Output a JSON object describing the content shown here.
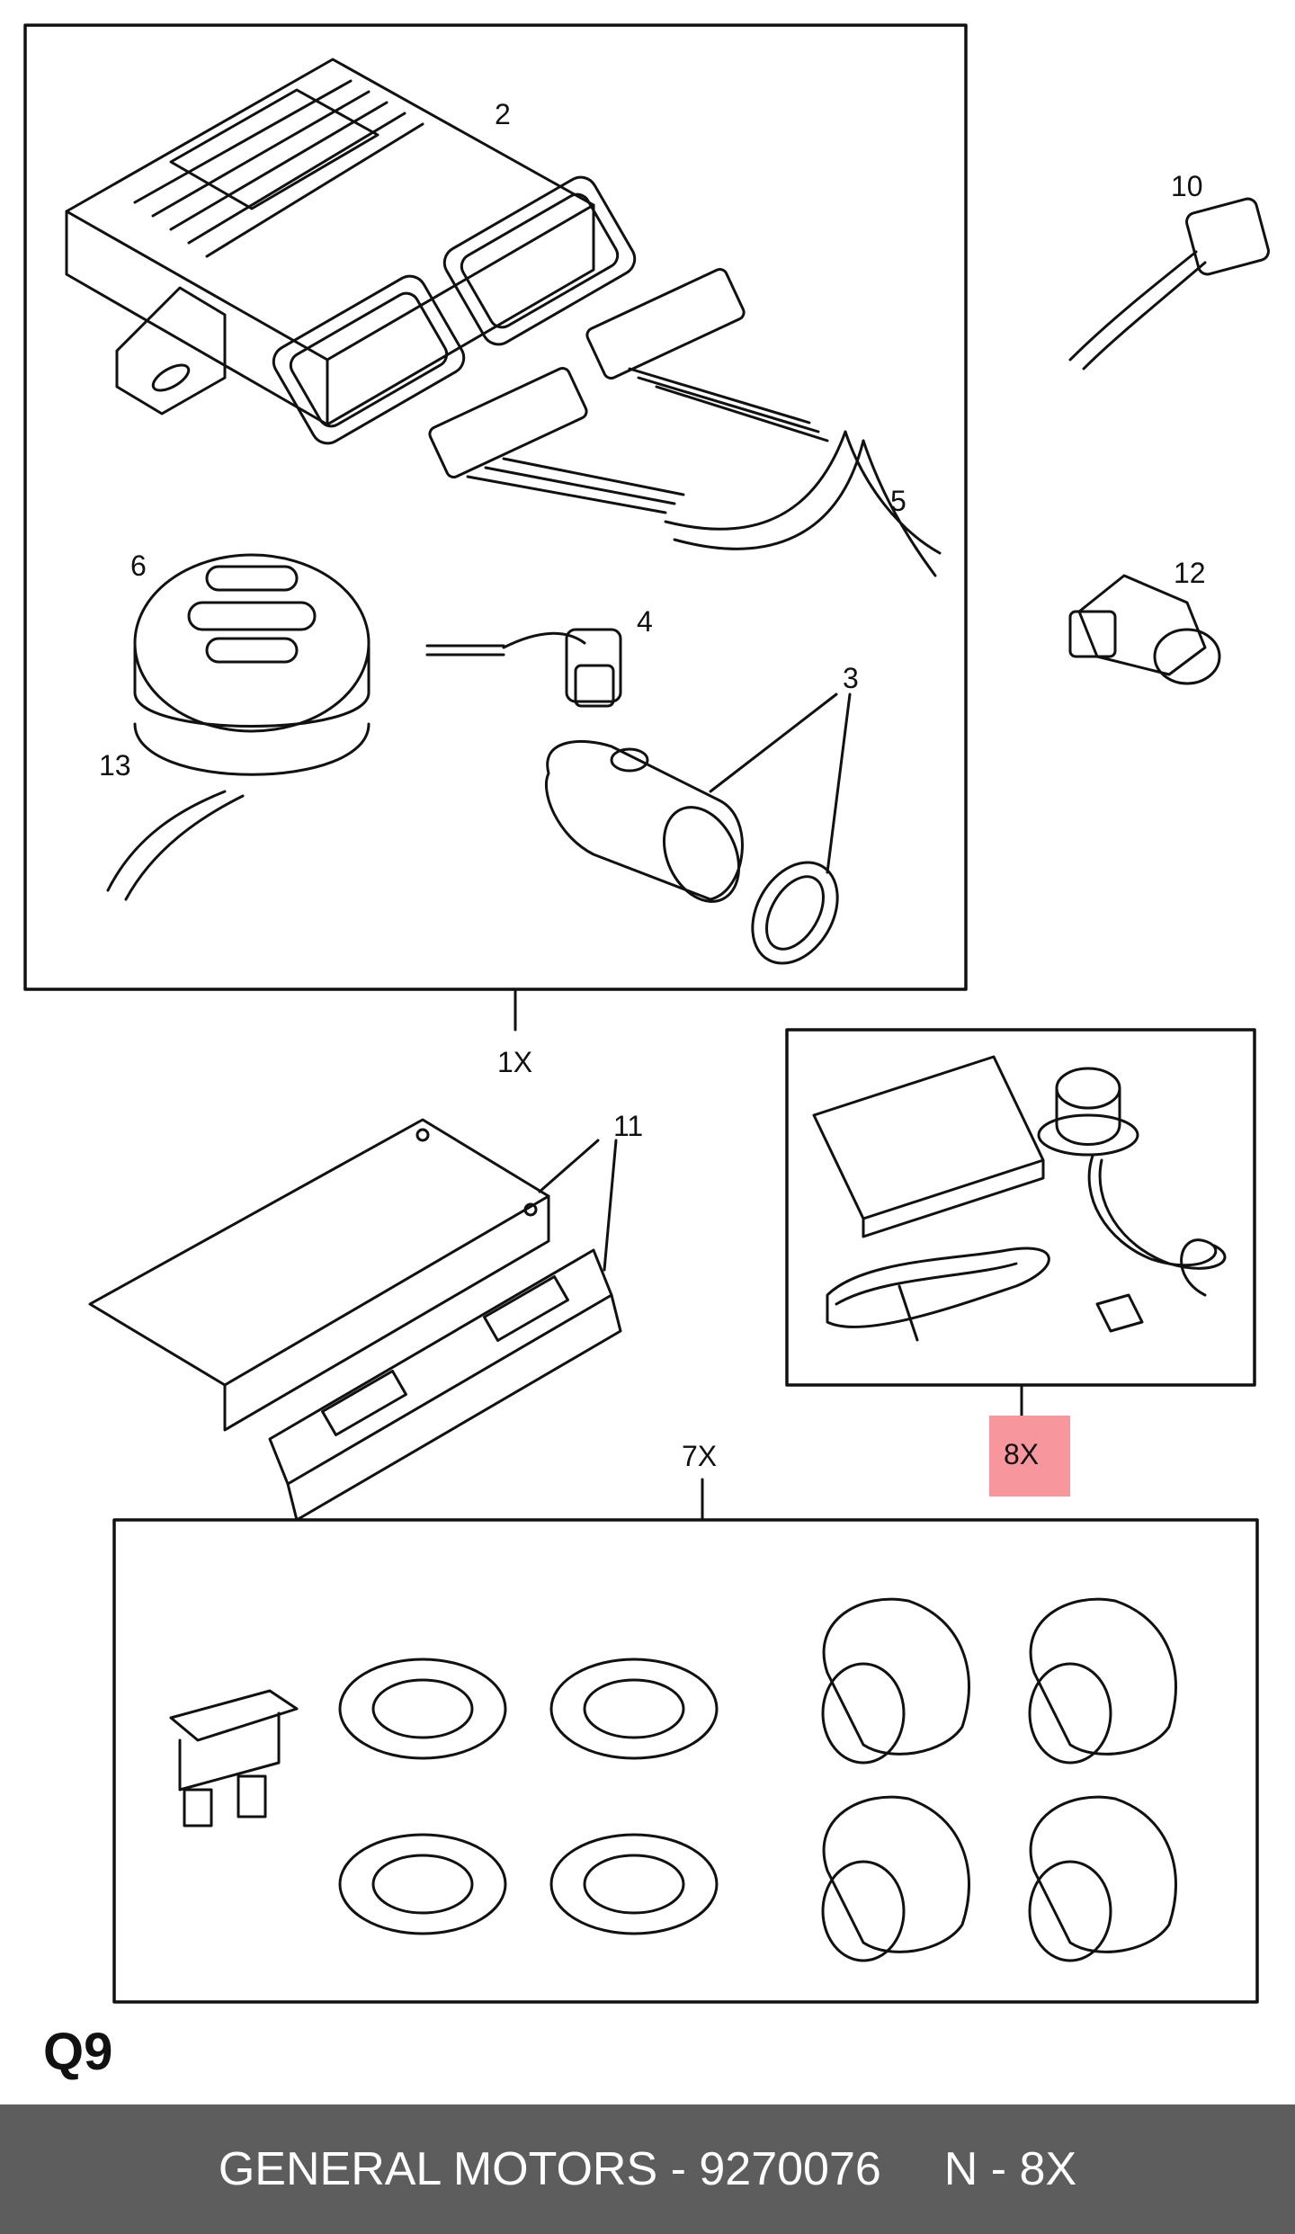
{
  "colors": {
    "highlight": "#f7969c",
    "footer_bg": "#5d5d5d",
    "line": "#111111"
  },
  "labels": {
    "l2": "2",
    "l10": "10",
    "l5": "5",
    "l12": "12",
    "l6": "6",
    "l4": "4",
    "l3": "3",
    "l13": "13",
    "l1x": "1X",
    "l11": "11",
    "l7x": "7X",
    "l8x": "8X"
  },
  "page_code": "Q9",
  "footer": {
    "brand_part": "GENERAL MOTORS - 9270076",
    "position": "N - 8X"
  }
}
